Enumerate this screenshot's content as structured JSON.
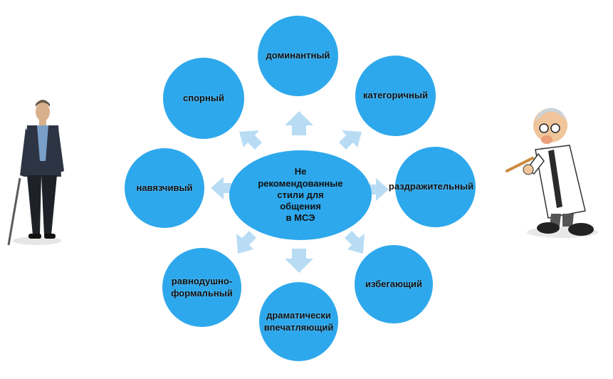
{
  "colors": {
    "bubble": "#2ea8ec",
    "arrow": "#b9dcf5",
    "text": "#111111"
  },
  "center": {
    "lines": [
      "Не",
      "рекомендованные",
      "стили для",
      "общения",
      "в МСЭ"
    ]
  },
  "styles": {
    "top": "доминантный",
    "top_right": "категоричный",
    "right": "раздражительный",
    "bottom_right": "избегающий",
    "bottom": [
      "драматически",
      "впечатляющий"
    ],
    "bottom_left": [
      "равнодушно-",
      "формальный"
    ],
    "left": "навязчивый",
    "top_left": "спорный"
  },
  "icons": {
    "left_person": "man-with-cane-icon",
    "right_person": "doctor-cartoon-icon"
  }
}
